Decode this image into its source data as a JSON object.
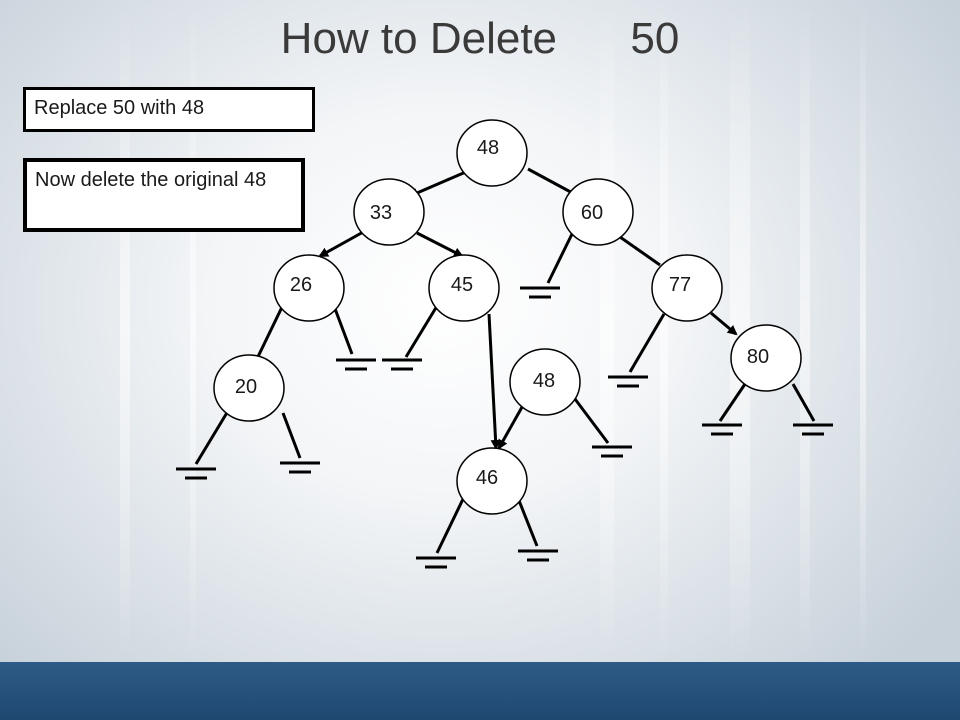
{
  "title": "How to Delete      50",
  "notes": {
    "replace": "Replace 50 with 48",
    "delete": "Now delete the original 48"
  },
  "tree": {
    "nodes": [
      {
        "id": "root",
        "label": "48"
      },
      {
        "id": "n33",
        "label": "33"
      },
      {
        "id": "n60",
        "label": "60"
      },
      {
        "id": "n26",
        "label": "26"
      },
      {
        "id": "n45",
        "label": "45"
      },
      {
        "id": "n77",
        "label": "77"
      },
      {
        "id": "n80",
        "label": "80"
      },
      {
        "id": "n20",
        "label": "20"
      },
      {
        "id": "n48b",
        "label": "48"
      },
      {
        "id": "n46",
        "label": "46"
      }
    ]
  },
  "colors": {
    "edge": "#000000",
    "node_fill": "#ffffff",
    "footer": "#24507a"
  }
}
